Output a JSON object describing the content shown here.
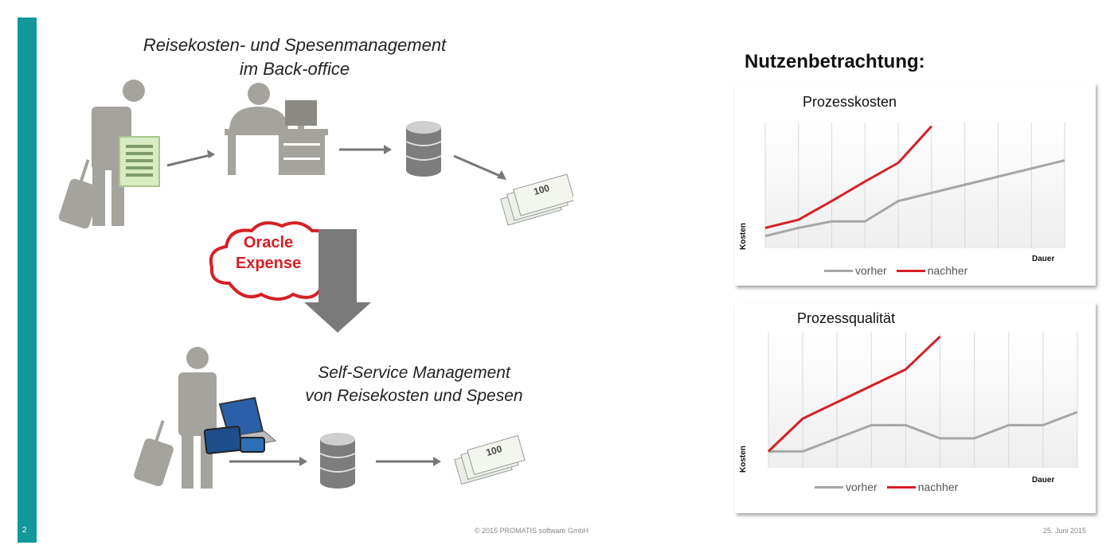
{
  "slide": {
    "page_number": "2",
    "footer_copyright": "© 2015 PROMATIS software GmbH",
    "footer_date": "25. Juni 2015"
  },
  "left": {
    "title_back_line1": "Reisekosten- und Spesenmanagement",
    "title_back_line2": "im Back-office",
    "cloud_line1": "Oracle",
    "cloud_line2": "Expense",
    "title_self_line1": "Self-Service Management",
    "title_self_line2": "von Reisekosten und Spesen",
    "banknote_value": "100"
  },
  "right": {
    "heading": "Nutzenbetrachtung:"
  },
  "colors": {
    "accent": "#11999b",
    "vorher": "#a6a6a6",
    "nachher": "#d61f26",
    "icon_gray": "#a5a39d"
  },
  "chart_data": [
    {
      "type": "line",
      "title": "Prozesskosten",
      "xlabel": "Dauer",
      "ylabel": "Kosten",
      "x": [
        1,
        2,
        3,
        4,
        5,
        6,
        7,
        8,
        9,
        10
      ],
      "ylim": [
        0,
        100
      ],
      "grid": "vertical",
      "legend": "bottom",
      "series": [
        {
          "name": "vorher",
          "values": [
            15,
            25,
            33,
            33,
            58,
            68,
            78,
            88,
            98,
            108
          ]
        },
        {
          "name": "nachher",
          "values": [
            25,
            35,
            58,
            82,
            105,
            150,
            null,
            null,
            null,
            null
          ]
        }
      ]
    },
    {
      "type": "line",
      "title": "Prozessqualität",
      "xlabel": "Dauer",
      "ylabel": "Kosten",
      "x": [
        1,
        2,
        3,
        4,
        5,
        6,
        7,
        8,
        9,
        10
      ],
      "ylim": [
        0,
        100
      ],
      "grid": "vertical",
      "legend": "bottom",
      "series": [
        {
          "name": "vorher",
          "values": [
            20,
            20,
            36,
            52,
            52,
            36,
            36,
            52,
            52,
            68
          ]
        },
        {
          "name": "nachher",
          "values": [
            20,
            60,
            80,
            100,
            120,
            160,
            null,
            null,
            null,
            null
          ]
        }
      ]
    }
  ]
}
